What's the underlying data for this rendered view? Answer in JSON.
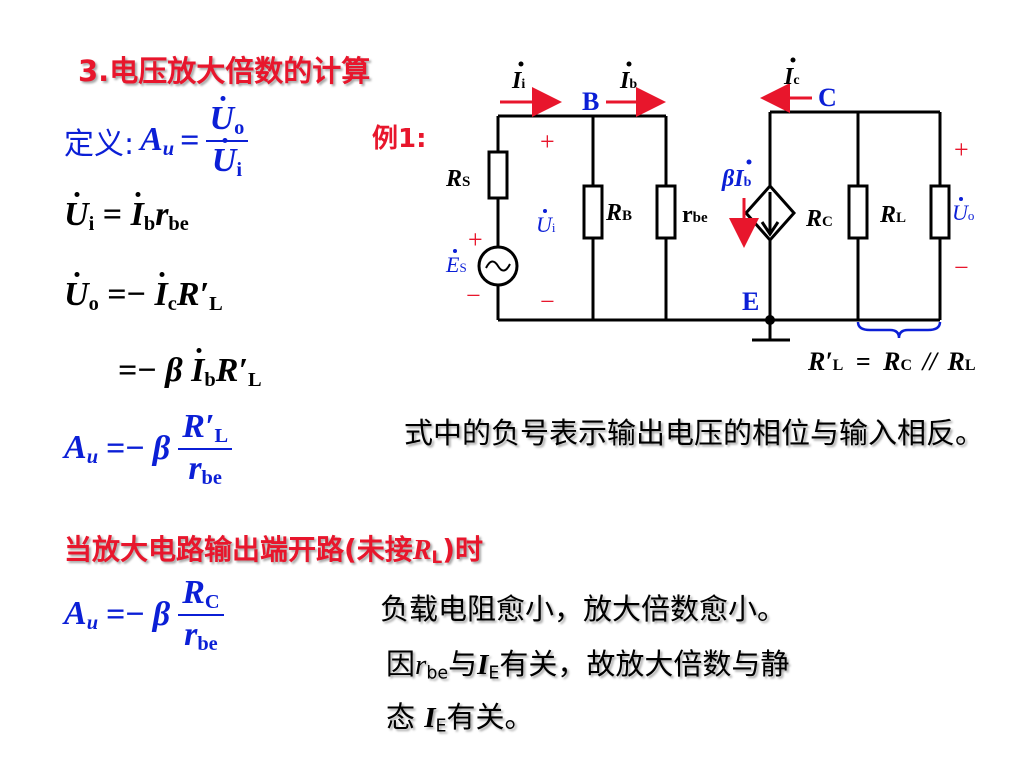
{
  "heading": "3.电压放大倍数的计算",
  "example_label": "例1:",
  "definition": {
    "prefix": "定义:",
    "lhs": "A",
    "lhs_sub": "u",
    "eq": "=",
    "num": "U",
    "num_sub": "o",
    "den": "U",
    "den_sub": "i"
  },
  "eq_ui": {
    "lhs": "U",
    "lhs_sub": "i",
    "eq": "=",
    "i": "I",
    "i_sub": "b",
    "r": "r",
    "r_sub": "be"
  },
  "eq_uo": {
    "lhs": "U",
    "lhs_sub": "o",
    "eq": "=−",
    "i": "I",
    "i_sub": "c",
    "r": "R′",
    "r_sub": "L"
  },
  "eq_uo2": {
    "eq": "=−",
    "beta": "β",
    "i": "I",
    "i_sub": "b",
    "r": "R′",
    "r_sub": "L"
  },
  "eq_au1": {
    "lhs": "A",
    "lhs_sub": "u",
    "eq": "=−",
    "beta": "β",
    "num": "R′",
    "num_sub": "L",
    "den": "r",
    "den_sub": "be"
  },
  "note_negative": "式中的负号表示输出电压的相位与输入相反。",
  "open_circuit": {
    "text_a": "当放大电路输出端开路(未接",
    "r": "R",
    "r_sub": "L",
    "text_b": ")时"
  },
  "eq_au2": {
    "lhs": "A",
    "lhs_sub": "u",
    "eq": "=−",
    "beta": "β",
    "num": "R",
    "num_sub": "C",
    "den": "r",
    "den_sub": "be"
  },
  "note_load": "负载电阻愈小，放大倍数愈小。",
  "note_rbe": {
    "a": "因",
    "r": "r",
    "r_sub": "be",
    "b": "与",
    "i": "I",
    "i_sub": "E",
    "c": "有关，故放大倍数与静",
    "d": "态 ",
    "i2": "I",
    "i2_sub": "E",
    "e": "有关。"
  },
  "circuit": {
    "ii_label": "I",
    "ii_sub": "i",
    "ib_label": "I",
    "ib_sub": "b",
    "ic_label": "I",
    "ic_sub": "c",
    "node_b": "B",
    "node_c": "C",
    "node_e": "E",
    "rs": "R",
    "rs_sub": "S",
    "rb": "R",
    "rb_sub": "B",
    "rbe": "r",
    "rbe_sub": "be",
    "beta_ib": "βI",
    "beta_ib_sub": "b",
    "rc": "R",
    "rc_sub": "C",
    "rl": "R",
    "rl_sub": "L",
    "ui": "U",
    "ui_sub": "i",
    "uo": "U",
    "uo_sub": "o",
    "es": "E",
    "es_sub": "S",
    "plus": "+",
    "minus": "−",
    "rl_prime_eq": {
      "lhs": "R′",
      "lhs_sub": "L",
      "eq": "=",
      "a": "R",
      "a_sub": "C",
      "par": "//",
      "b": "R",
      "b_sub": "L"
    }
  },
  "colors": {
    "red": "#e8162c",
    "blue": "#0b1fd6",
    "black": "#000000"
  }
}
